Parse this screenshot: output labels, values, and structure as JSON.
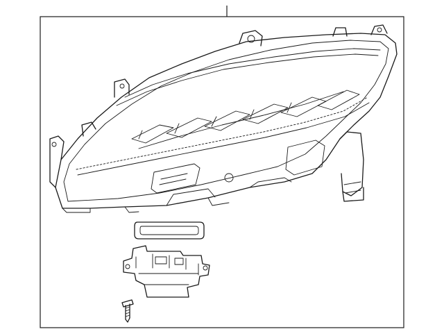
{
  "diagram": {
    "type": "exploded-parts-illustration",
    "parts": [
      {
        "name": "headlamp-assembly",
        "icon": "headlamp-icon"
      },
      {
        "name": "seal-gasket",
        "icon": "gasket-icon"
      },
      {
        "name": "control-module",
        "icon": "module-icon"
      },
      {
        "name": "mounting-screw",
        "icon": "screw-icon"
      }
    ],
    "line_color": "#1a1a1a",
    "background": "#ffffff"
  }
}
